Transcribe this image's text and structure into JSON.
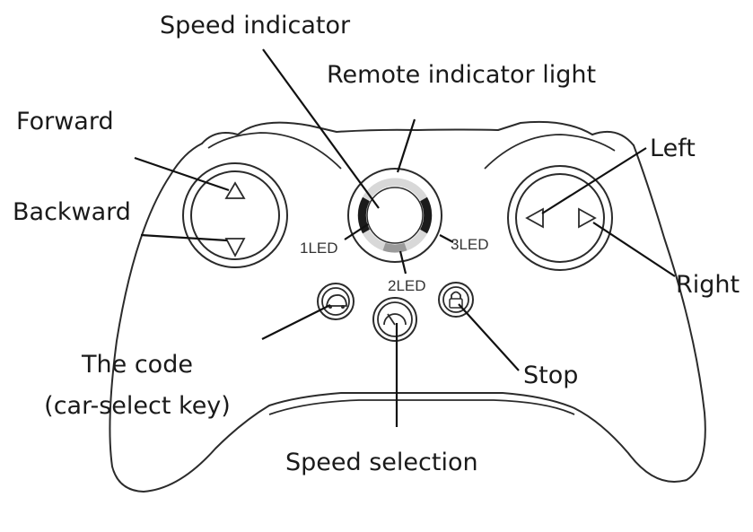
{
  "labels": {
    "speed_indicator": "Speed indicator",
    "remote_indicator_light": "Remote indicator light",
    "forward": "Forward",
    "backward": "Backward",
    "left": "Left",
    "right": "Right",
    "car_select_line1": "The code",
    "car_select_line2": "(car-select key)",
    "stop": "Stop",
    "speed_selection": "Speed selection"
  },
  "led_labels": {
    "led1": "1LED",
    "led2": "2LED",
    "led3": "3LED"
  }
}
